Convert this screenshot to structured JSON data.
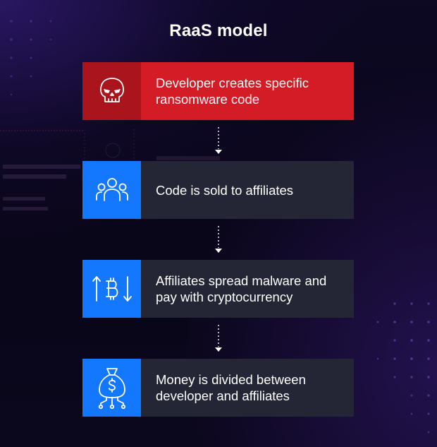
{
  "title": "RaaS model",
  "steps": [
    {
      "text": "Developer creates specific\nransomware code",
      "icon": "skull-icon"
    },
    {
      "text": "Code is sold to affiliates",
      "icon": "group-icon"
    },
    {
      "text": "Affiliates spread malware and\npay with cryptocurrency",
      "icon": "bitcoin-transfer-icon"
    },
    {
      "text": "Money is divided between\ndeveloper and affiliates",
      "icon": "money-bag-icon"
    }
  ],
  "colors": {
    "accent_red": "#d41c27",
    "accent_red_dark": "#a9141d",
    "accent_blue": "#1478ff",
    "card_bg": "#252635"
  }
}
